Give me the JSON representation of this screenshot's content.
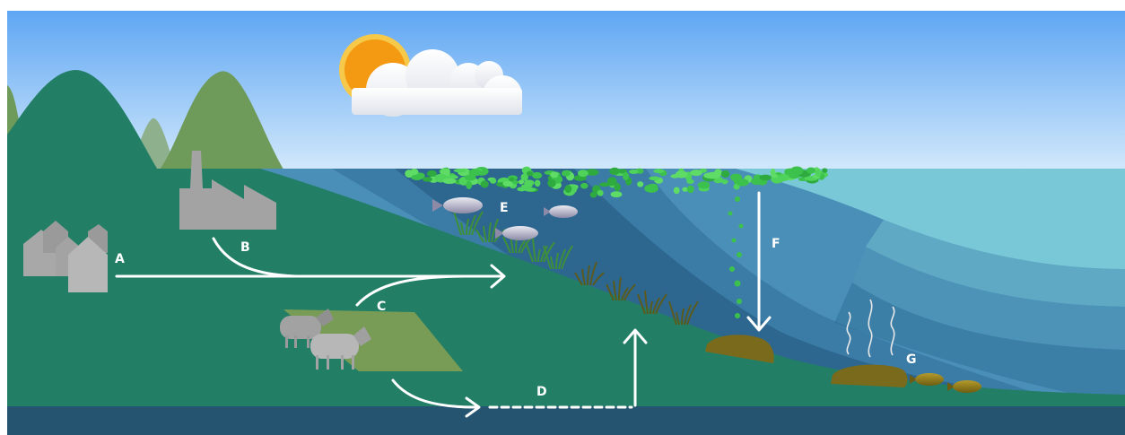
{
  "labels": {
    "a": "A",
    "b": "B",
    "c": "C",
    "d": "D",
    "e": "E",
    "f": "F",
    "g": "G"
  },
  "colors": {
    "sky_top": "#5ea6f3",
    "sky_bottom": "#cfe7fb",
    "land": "#227f66",
    "far_hills": "#6e9a5a",
    "sea_surface": "#4a8fb8",
    "sea_light": "#77c6d6",
    "sea_deep": "#1e5a78",
    "bedrock": "#24546f",
    "algae": "#3cc24c",
    "building": "#a3a3a3",
    "pasture": "#789c55",
    "sediment": "#7a6a1b",
    "arrow": "#ffffff",
    "sun": "#f39a12"
  },
  "icons": [
    "sun-icon",
    "cloud-icon",
    "house-icon",
    "factory-icon",
    "sheep-icon",
    "fish-icon",
    "seaweed-icon",
    "gas-bubble-icon"
  ]
}
